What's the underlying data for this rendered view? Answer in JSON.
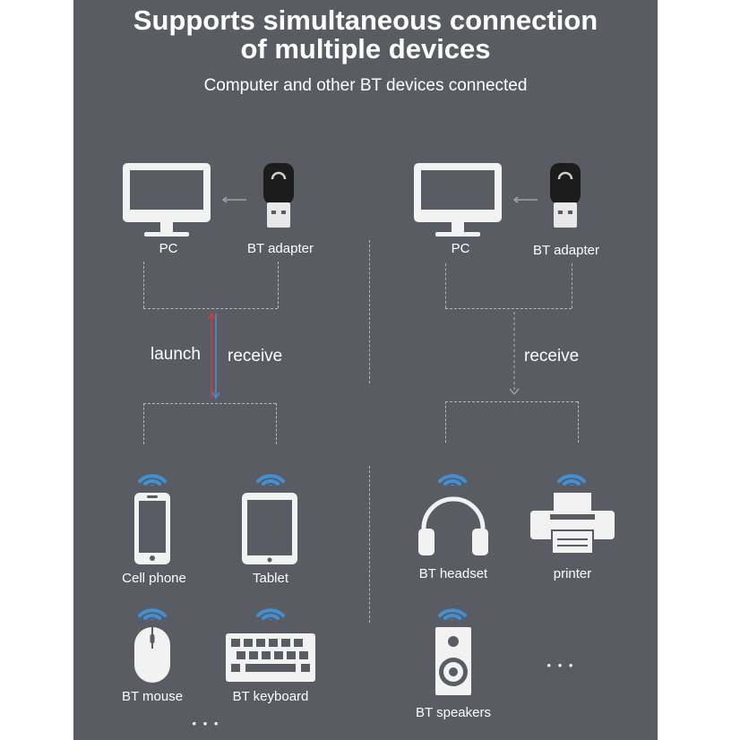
{
  "header": {
    "title_line1": "Supports simultaneous connection",
    "title_line2": "of multiple devices",
    "subtitle": "Computer and other BT devices connected"
  },
  "left": {
    "pc_label": "PC",
    "adapter_label": "BT adapter",
    "launch_label": "launch",
    "receive_label": "receive",
    "devices": [
      "Cell phone",
      "Tablet",
      "BT mouse",
      "BT keyboard"
    ],
    "more": "• • •"
  },
  "right": {
    "pc_label": "PC",
    "adapter_label": "BT adapter",
    "receive_label": "receive",
    "devices": [
      "BT headset",
      "printer",
      "BT speakers"
    ],
    "more": "• • •"
  },
  "colors": {
    "background": "#595d63",
    "icon": "#f2f2f2",
    "signal": "#3f90d4",
    "launch_arrow": "#d8383a",
    "receive_arrow": "#4d8fd8",
    "adapter": "#1c1c1c"
  }
}
